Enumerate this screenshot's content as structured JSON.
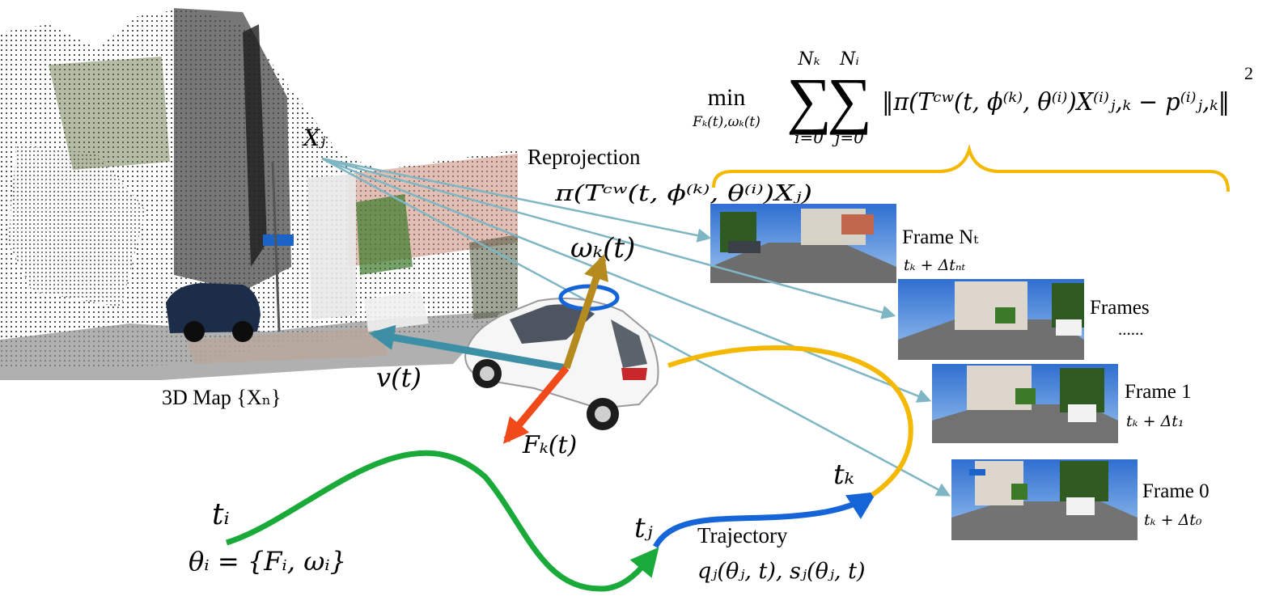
{
  "objective": {
    "min": "min",
    "min_sub": "Fₖ(t),ωₖ(t)",
    "sum1_upper": "Nₖ",
    "sum1_lower": "i=0",
    "sum2_upper": "Nᵢ",
    "sum2_lower": "j=0",
    "body": "‖π(Tᶜʷ(t, ϕ⁽ᵏ⁾, θ⁽ⁱ⁾)X⁽ⁱ⁾ⱼ,ₖ − p⁽ⁱ⁾ⱼ,ₖ‖",
    "power": "2"
  },
  "labels": {
    "xj": "Xⱼ",
    "reprojection": "Reprojection",
    "reprojection_formula": "π(Tᶜʷ(t, ϕ⁽ᵏ⁾, θ⁽ⁱ⁾)Xⱼ)",
    "omega": "ωₖ(t)",
    "velocity": "v(t)",
    "map": "3D Map {Xₙ}",
    "force": "Fₖ(t)",
    "ti": "tᵢ",
    "theta_i": "θᵢ = {Fᵢ, ωᵢ}",
    "tj": "tⱼ",
    "tk": "tₖ",
    "trajectory": "Trajectory",
    "trajectory_formula": "qⱼ(θⱼ, t), sⱼ(θⱼ, t)"
  },
  "frames": [
    {
      "name": "Frame Nₜ",
      "time": "tₖ + Δtₙₜ"
    },
    {
      "name": "Frames",
      "time": "......"
    },
    {
      "name": "Frame 1",
      "time": "tₖ + Δt₁"
    },
    {
      "name": "Frame 0",
      "time": "tₖ + Δt₀"
    }
  ],
  "colors": {
    "ray": "#7fb6c4",
    "brace": "#f5b800",
    "green_curve": "#1aaa3a",
    "blue_curve": "#1565d8",
    "orange_curve": "#f5b800",
    "velocity_arrow": "#3d8fa6",
    "omega_arrow": "#b58a1f",
    "force_arrow": "#f04a1a"
  }
}
